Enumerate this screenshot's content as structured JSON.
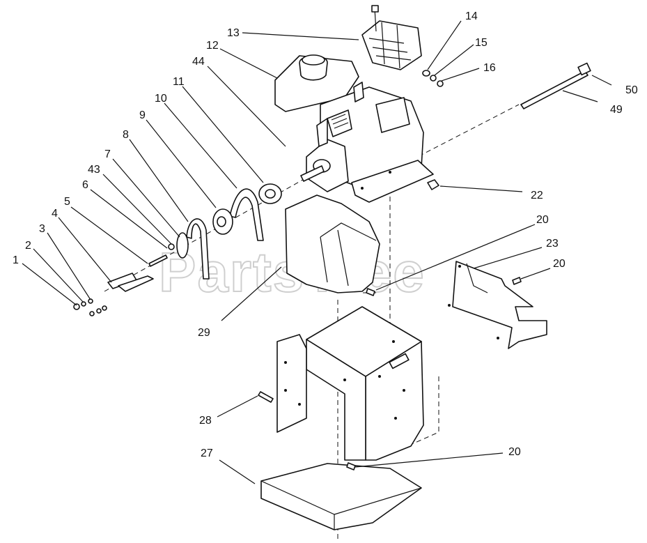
{
  "watermark": "PartsTree",
  "callouts": [
    {
      "id": "c1",
      "label": "1"
    },
    {
      "id": "c2",
      "label": "2"
    },
    {
      "id": "c3",
      "label": "3"
    },
    {
      "id": "c4",
      "label": "4"
    },
    {
      "id": "c5",
      "label": "5"
    },
    {
      "id": "c6",
      "label": "6"
    },
    {
      "id": "c43",
      "label": "43"
    },
    {
      "id": "c7",
      "label": "7"
    },
    {
      "id": "c8",
      "label": "8"
    },
    {
      "id": "c9",
      "label": "9"
    },
    {
      "id": "c10",
      "label": "10"
    },
    {
      "id": "c11",
      "label": "11"
    },
    {
      "id": "c44",
      "label": "44"
    },
    {
      "id": "c12",
      "label": "12"
    },
    {
      "id": "c13",
      "label": "13"
    },
    {
      "id": "c14",
      "label": "14"
    },
    {
      "id": "c15",
      "label": "15"
    },
    {
      "id": "c16",
      "label": "16"
    },
    {
      "id": "c50",
      "label": "50"
    },
    {
      "id": "c49",
      "label": "49"
    },
    {
      "id": "c22",
      "label": "22"
    },
    {
      "id": "c20a",
      "label": "20"
    },
    {
      "id": "c23",
      "label": "23"
    },
    {
      "id": "c20b",
      "label": "20"
    },
    {
      "id": "c29",
      "label": "29"
    },
    {
      "id": "c28",
      "label": "28"
    },
    {
      "id": "c27",
      "label": "27"
    },
    {
      "id": "c20c",
      "label": "20"
    }
  ]
}
